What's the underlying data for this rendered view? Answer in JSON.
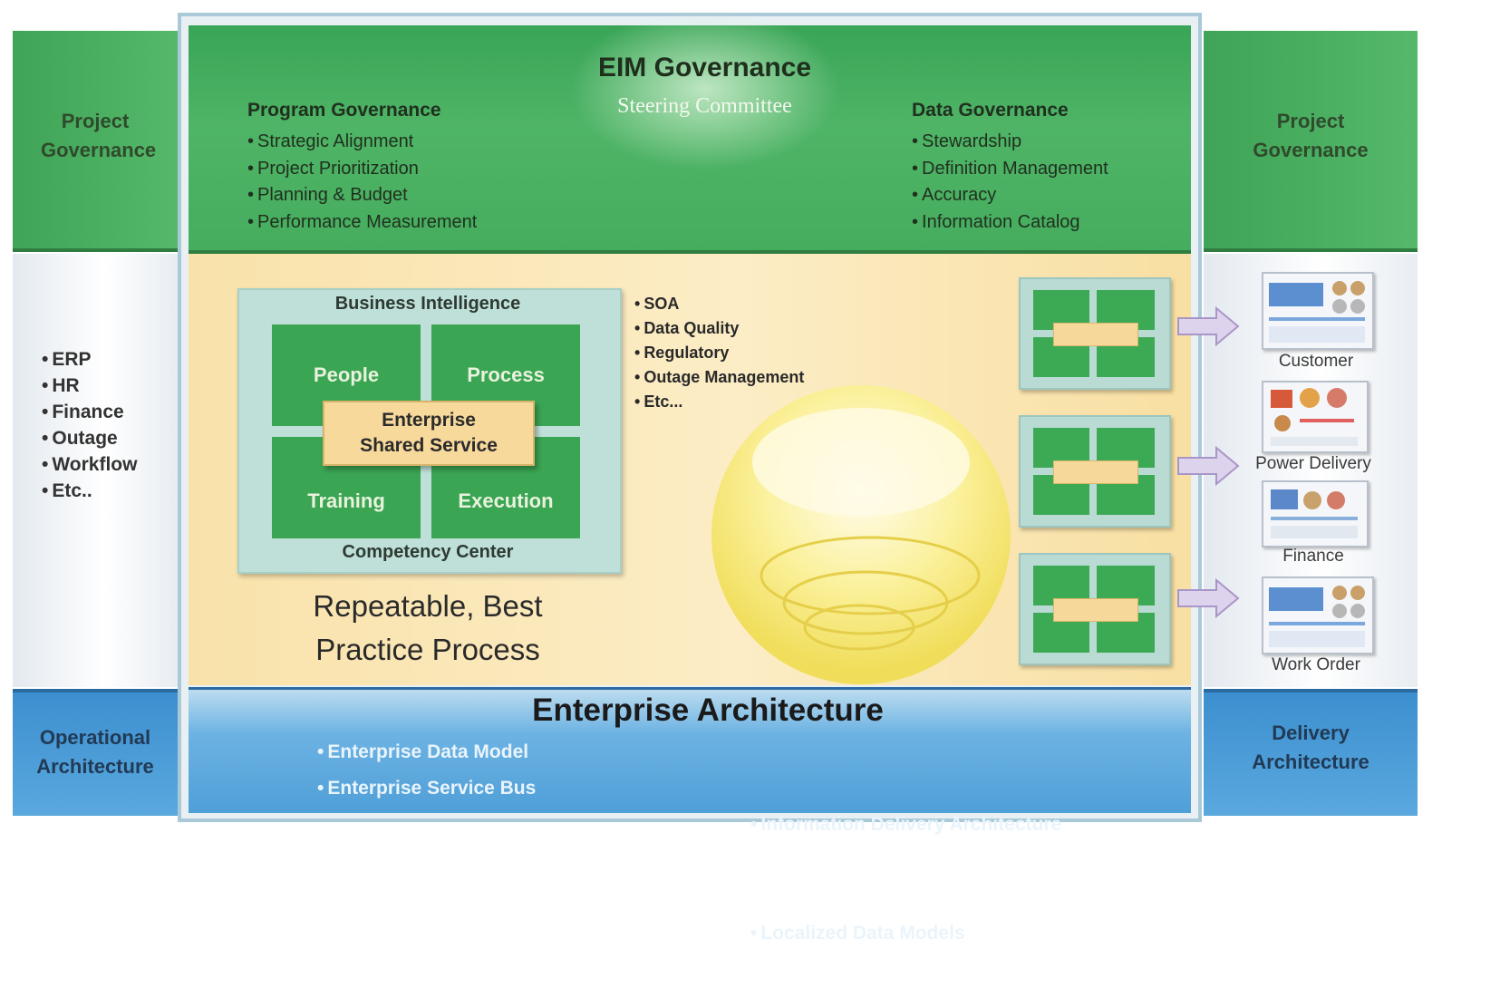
{
  "left": {
    "top_label": "Project Governance",
    "systems": [
      "ERP",
      "HR",
      "Finance",
      "Outage",
      "Workflow",
      "Etc.."
    ],
    "bottom_label": "Operational Architecture"
  },
  "right": {
    "top_label": "Project Governance",
    "reports": [
      "Customer",
      "Power Delivery",
      "Finance",
      "Work Order"
    ],
    "bottom_label": "Delivery Architecture"
  },
  "governance": {
    "title": "EIM Governance",
    "subtitle": "Steering Committee",
    "program": {
      "heading": "Program Governance",
      "items": [
        "Strategic Alignment",
        "Project Prioritization",
        "Planning & Budget",
        "Performance Measurement"
      ]
    },
    "data": {
      "heading": "Data Governance",
      "items": [
        "Stewardship",
        "Definition Management",
        "Accuracy",
        "Information Catalog"
      ]
    }
  },
  "center": {
    "bi_label": "Business Intelligence",
    "cc_label": "Competency Center",
    "tiles": [
      "People",
      "Process",
      "Training",
      "Execution"
    ],
    "core": "Enterprise Shared Service",
    "topics": [
      "SOA",
      "Data Quality",
      "Regulatory",
      "Outage Management",
      "Etc..."
    ],
    "tagline_line1": "Repeatable, Best",
    "tagline_line2": "Practice Process"
  },
  "architecture": {
    "title": "Enterprise Architecture",
    "items_left": [
      "Enterprise Data Model",
      "Enterprise Service Bus"
    ],
    "items_right": [
      "Information Delivery  Architecture",
      "Localized Data Models"
    ]
  },
  "colors": {
    "governance_green": "#46ad5e",
    "center_cream": "#fbe6b2",
    "architecture_blue": "#4f9fd8",
    "tile_green": "#3aa553"
  }
}
